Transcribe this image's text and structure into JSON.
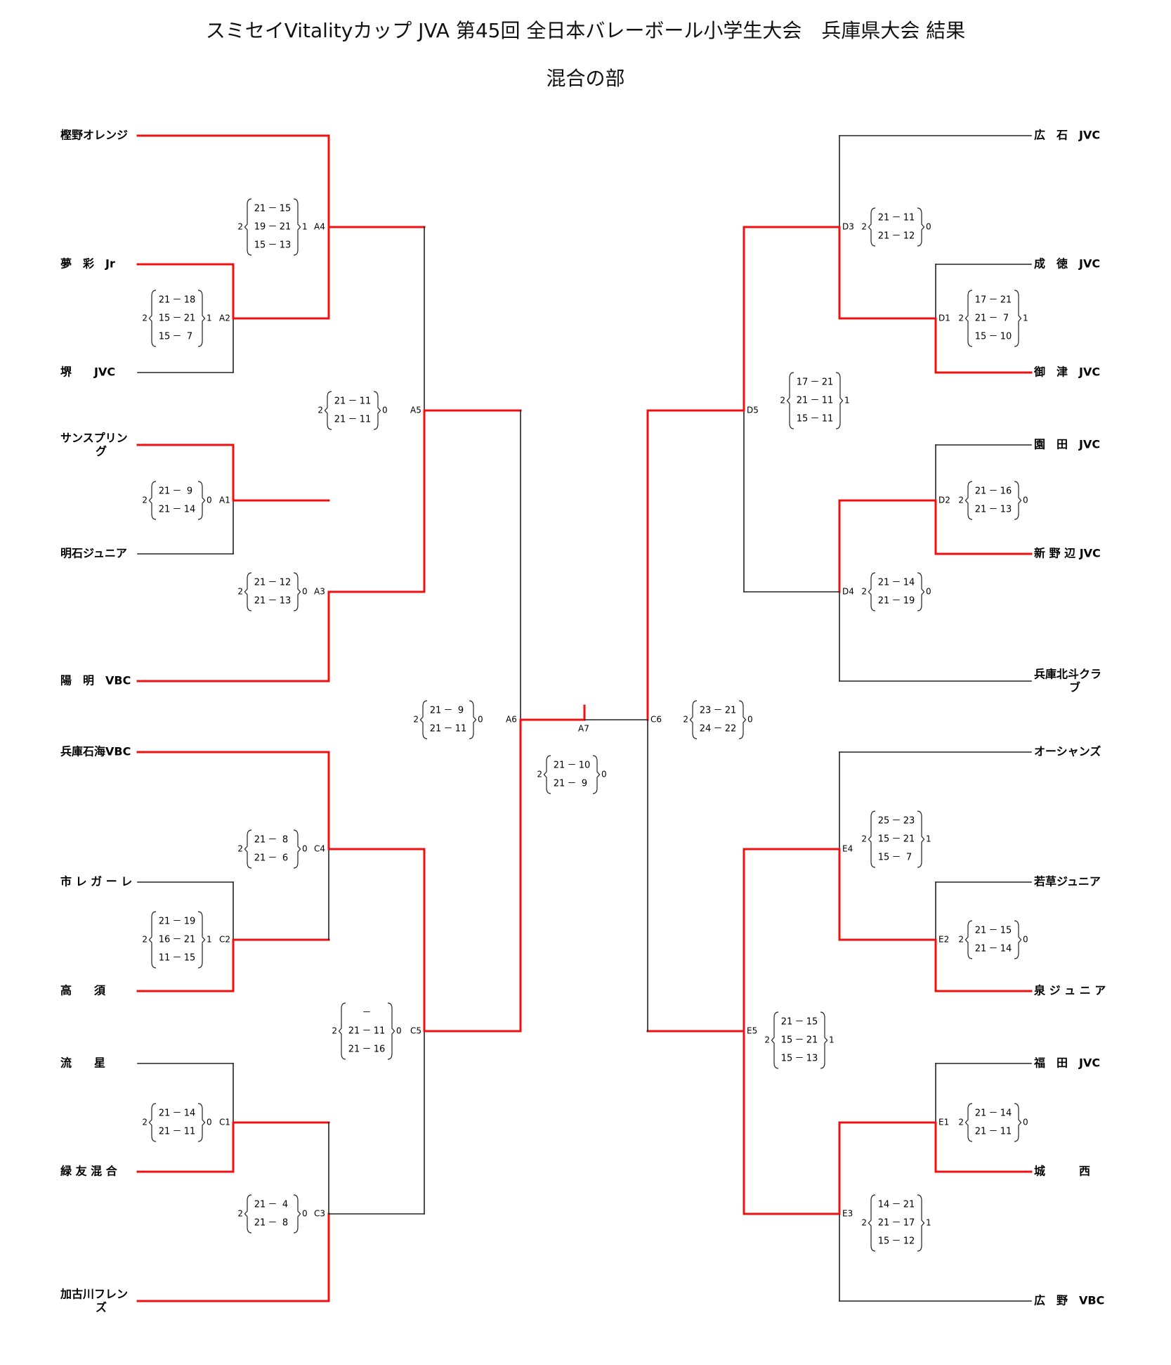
{
  "title": "スミセイVitalityカップ JVA 第45回 全日本バレーボール小学生大会　兵庫県大会 結果",
  "subtitle": "混合の部",
  "colors": {
    "win": "#ee1111",
    "line": "#222222"
  },
  "teams": [
    "樫野オレンジ",
    "夢　彩　Jr",
    "堺　　JVC",
    "サンスプリング",
    "明石ジュニア",
    "陽　明　VBC",
    "兵庫石海VBC",
    "市 レ ガ ー レ",
    "高　　須",
    "流　　星",
    "緑 友 混 合",
    "加古川フレンズ",
    "広　石　JVC",
    "成　徳　JVC",
    "御　津　JVC",
    "園　田　JVC",
    "新 野 辺 JVC",
    "兵庫北斗クラブ",
    "オーシャンズ",
    "若草ジュニア",
    "泉 ジ ュ ニ ア",
    "福　田　JVC",
    "城　　　西",
    "広　野　VBC"
  ],
  "matches": [
    {
      "id": "A4",
      "left": "2",
      "right": "1",
      "sets": [
        [
          "21",
          "15"
        ],
        [
          "19",
          "21"
        ],
        [
          "15",
          "13"
        ]
      ]
    },
    {
      "id": "A2",
      "left": "2",
      "right": "1",
      "sets": [
        [
          "21",
          "18"
        ],
        [
          "15",
          "21"
        ],
        [
          "15",
          "7"
        ]
      ]
    },
    {
      "id": "A5",
      "left": "2",
      "right": "0",
      "sets": [
        [
          "21",
          "11"
        ],
        [
          "21",
          "11"
        ]
      ]
    },
    {
      "id": "A1",
      "left": "2",
      "right": "0",
      "sets": [
        [
          "21",
          "9"
        ],
        [
          "21",
          "14"
        ]
      ]
    },
    {
      "id": "A3",
      "left": "2",
      "right": "0",
      "sets": [
        [
          "21",
          "12"
        ],
        [
          "21",
          "13"
        ]
      ]
    },
    {
      "id": "A6",
      "left": "2",
      "right": "0",
      "sets": [
        [
          "21",
          "9"
        ],
        [
          "21",
          "11"
        ]
      ]
    },
    {
      "id": "C4",
      "left": "2",
      "right": "0",
      "sets": [
        [
          "21",
          "8"
        ],
        [
          "21",
          "6"
        ]
      ]
    },
    {
      "id": "C2",
      "left": "2",
      "right": "1",
      "sets": [
        [
          "21",
          "19"
        ],
        [
          "16",
          "21"
        ],
        [
          "11",
          "15"
        ]
      ]
    },
    {
      "id": "C5",
      "left": "2",
      "right": "0",
      "sets": [
        [
          "",
          ""
        ],
        [
          "21",
          "11"
        ],
        [
          "21",
          "16"
        ]
      ]
    },
    {
      "id": "C1",
      "left": "2",
      "right": "0",
      "sets": [
        [
          "21",
          "14"
        ],
        [
          "21",
          "11"
        ]
      ]
    },
    {
      "id": "C3",
      "left": "2",
      "right": "0",
      "sets": [
        [
          "21",
          "4"
        ],
        [
          "21",
          "8"
        ]
      ]
    },
    {
      "id": "A7",
      "left": "2",
      "right": "0",
      "sets": [
        [
          "21",
          "10"
        ],
        [
          "21",
          "9"
        ]
      ]
    },
    {
      "id": "C6",
      "left": "2",
      "right": "0",
      "sets": [
        [
          "23",
          "21"
        ],
        [
          "24",
          "22"
        ]
      ]
    },
    {
      "id": "D3",
      "left": "2",
      "right": "0",
      "sets": [
        [
          "21",
          "11"
        ],
        [
          "21",
          "12"
        ]
      ]
    },
    {
      "id": "D1",
      "left": "2",
      "right": "1",
      "sets": [
        [
          "17",
          "21"
        ],
        [
          "21",
          "7"
        ],
        [
          "15",
          "10"
        ]
      ]
    },
    {
      "id": "D5",
      "left": "2",
      "right": "1",
      "sets": [
        [
          "17",
          "21"
        ],
        [
          "21",
          "11"
        ],
        [
          "15",
          "11"
        ]
      ]
    },
    {
      "id": "D2",
      "left": "2",
      "right": "0",
      "sets": [
        [
          "21",
          "16"
        ],
        [
          "21",
          "13"
        ]
      ]
    },
    {
      "id": "D4",
      "left": "2",
      "right": "0",
      "sets": [
        [
          "21",
          "14"
        ],
        [
          "21",
          "19"
        ]
      ]
    },
    {
      "id": "E4",
      "left": "2",
      "right": "1",
      "sets": [
        [
          "25",
          "23"
        ],
        [
          "15",
          "21"
        ],
        [
          "15",
          "7"
        ]
      ]
    },
    {
      "id": "E2",
      "left": "2",
      "right": "0",
      "sets": [
        [
          "21",
          "15"
        ],
        [
          "21",
          "14"
        ]
      ]
    },
    {
      "id": "E5",
      "left": "2",
      "right": "1",
      "sets": [
        [
          "21",
          "15"
        ],
        [
          "15",
          "21"
        ],
        [
          "15",
          "13"
        ]
      ]
    },
    {
      "id": "E1",
      "left": "2",
      "right": "0",
      "sets": [
        [
          "21",
          "14"
        ],
        [
          "21",
          "11"
        ]
      ]
    },
    {
      "id": "E3",
      "left": "2",
      "right": "1",
      "sets": [
        [
          "14",
          "21"
        ],
        [
          "21",
          "17"
        ],
        [
          "15",
          "12"
        ]
      ]
    }
  ]
}
